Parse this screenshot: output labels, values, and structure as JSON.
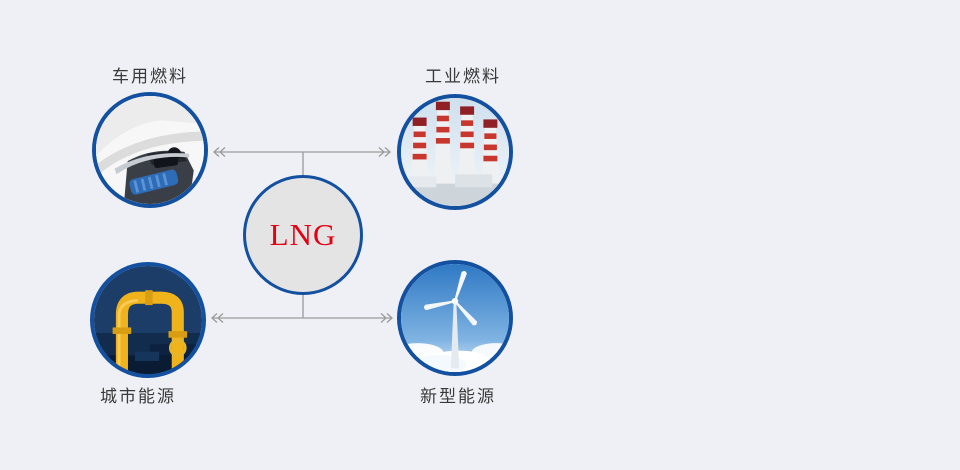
{
  "page": {
    "background_color": "#eef0f5",
    "description_diagram": "LNG application diagram with four linked usage areas"
  },
  "center": {
    "label": "LNG",
    "text_color": "#e60012",
    "border_color": "#1450a0",
    "fill_color": "#e4e4e4"
  },
  "nodes": [
    {
      "id": "vehicle-fuel",
      "label": "车用燃料",
      "icon": "car-engine-photo",
      "position": "top-left"
    },
    {
      "id": "industrial-fuel",
      "label": "工业燃料",
      "icon": "factory-chimneys-photo",
      "position": "top-right"
    },
    {
      "id": "city-energy",
      "label": "城市能源",
      "icon": "gas-pipeline-photo",
      "position": "bottom-left"
    },
    {
      "id": "new-energy",
      "label": "新型能源",
      "icon": "wind-turbine-photo",
      "position": "bottom-right"
    }
  ],
  "connectors": {
    "color": "#9b9b9b",
    "style": "double-chevron-arrows"
  }
}
